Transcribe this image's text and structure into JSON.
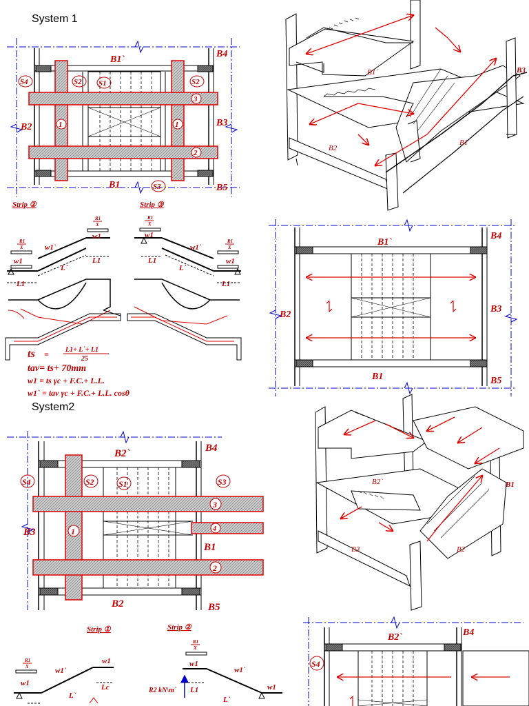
{
  "headings": {
    "system1": "System 1",
    "system2": "System2"
  },
  "system1": {
    "plan": {
      "beams": {
        "top": "B1`",
        "right_top": "B4",
        "left": "B2",
        "right_mid": "B3",
        "bottom": "B1",
        "right_bottom": "B5"
      },
      "slabs": {
        "s4": "S4",
        "s2_left": "S2",
        "s1": "S1",
        "s2_right": "S2",
        "s3": "S3"
      },
      "strips": {
        "one_left": "1",
        "one_right": "1",
        "two": "2",
        "three": "3"
      }
    },
    "iso": {
      "b1_top": "B1`",
      "b3": "B3",
      "b2": "B2",
      "b1": "B1"
    },
    "plan2": {
      "top": "B1`",
      "right_top": "B4",
      "left": "B2",
      "right_mid": "B3",
      "bottom": "B1",
      "right_bottom": "B5"
    },
    "strip2": {
      "title": "Strip ②",
      "ratio_top": "R1",
      "ratio_bottom": "X",
      "w1": "w1",
      "w1p": "w1`",
      "L": "L`",
      "L1": "L1"
    },
    "strip3": {
      "title": "Strip ③",
      "ratio_top": "R1",
      "ratio_bottom": "X",
      "w1": "w1",
      "w1p": "w1`",
      "L": "L`",
      "L1": "L1"
    },
    "formulas": {
      "ts_lhs": "ts",
      "ts_eq": "=",
      "ts_num": "L1+ L`+ L1",
      "ts_den": "25",
      "tav": "tav=  ts+ 70mm",
      "w1": "w1   =  ts γc + F.C.+ L.L.",
      "w1p": "w1`   =  tav γc + F.C.+ L.L. cosθ"
    }
  },
  "system2": {
    "plan": {
      "beams": {
        "top": "B2`",
        "right_top": "B4",
        "left": "B3",
        "right_mid": "B1",
        "bottom": "B2",
        "right_bottom": "B5"
      },
      "slabs": {
        "s4": "S4",
        "s2": "S2",
        "s1": "S1",
        "s3": "S3"
      },
      "strips": {
        "one": "1",
        "two": "2",
        "three": "3",
        "four": "4"
      }
    },
    "iso": {
      "b2p": "B2`",
      "b1": "B1",
      "b3": "B3",
      "b2": "B2"
    },
    "strip1": {
      "title": "Strip ①",
      "ratio_top": "R1",
      "ratio_bottom": "X",
      "w1": "w1",
      "w1p": "w1`",
      "L": "L`",
      "Lc": "Lc"
    },
    "strip2": {
      "title": "Strip ②",
      "ratio_top": "R1",
      "ratio_bottom": "X",
      "w1": "w1",
      "w1p": "w1`",
      "L": "L`",
      "L1": "L1",
      "R2": "R2 kN\\m`"
    },
    "plan2": {
      "top": "B2`",
      "right_top": "B4",
      "s4": "S4"
    }
  },
  "colors": {
    "red": "#e00000",
    "blue": "#0000cc",
    "hatch": "#9a9a9a"
  }
}
